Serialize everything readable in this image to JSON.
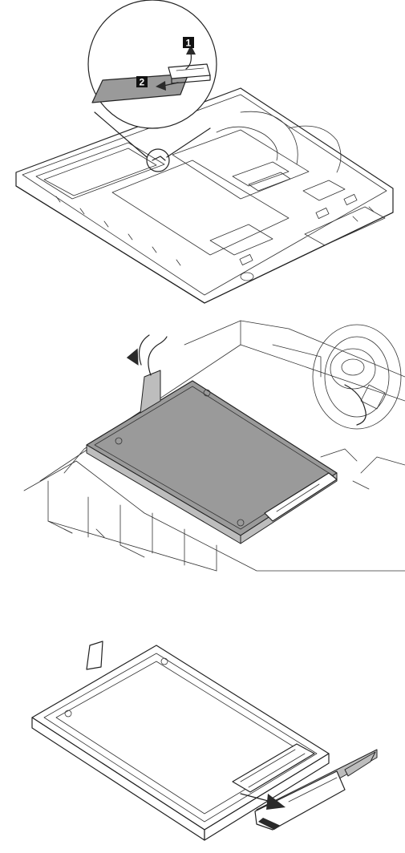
{
  "steps": [
    {
      "id": 1,
      "callouts": [
        {
          "label": "1",
          "action": "lift-up"
        },
        {
          "label": "2",
          "action": "pull-out"
        }
      ]
    },
    {
      "id": 2,
      "action": "lift-drive-out"
    },
    {
      "id": 3,
      "action": "remove-connector"
    }
  ],
  "colors": {
    "line": "#222222",
    "shade": "#9a9a9a",
    "badge": "#111111",
    "background": "#ffffff"
  },
  "icons": [
    "arrow-up-icon",
    "arrow-left-icon",
    "curved-arrow-icon",
    "arrow-right-icon"
  ]
}
